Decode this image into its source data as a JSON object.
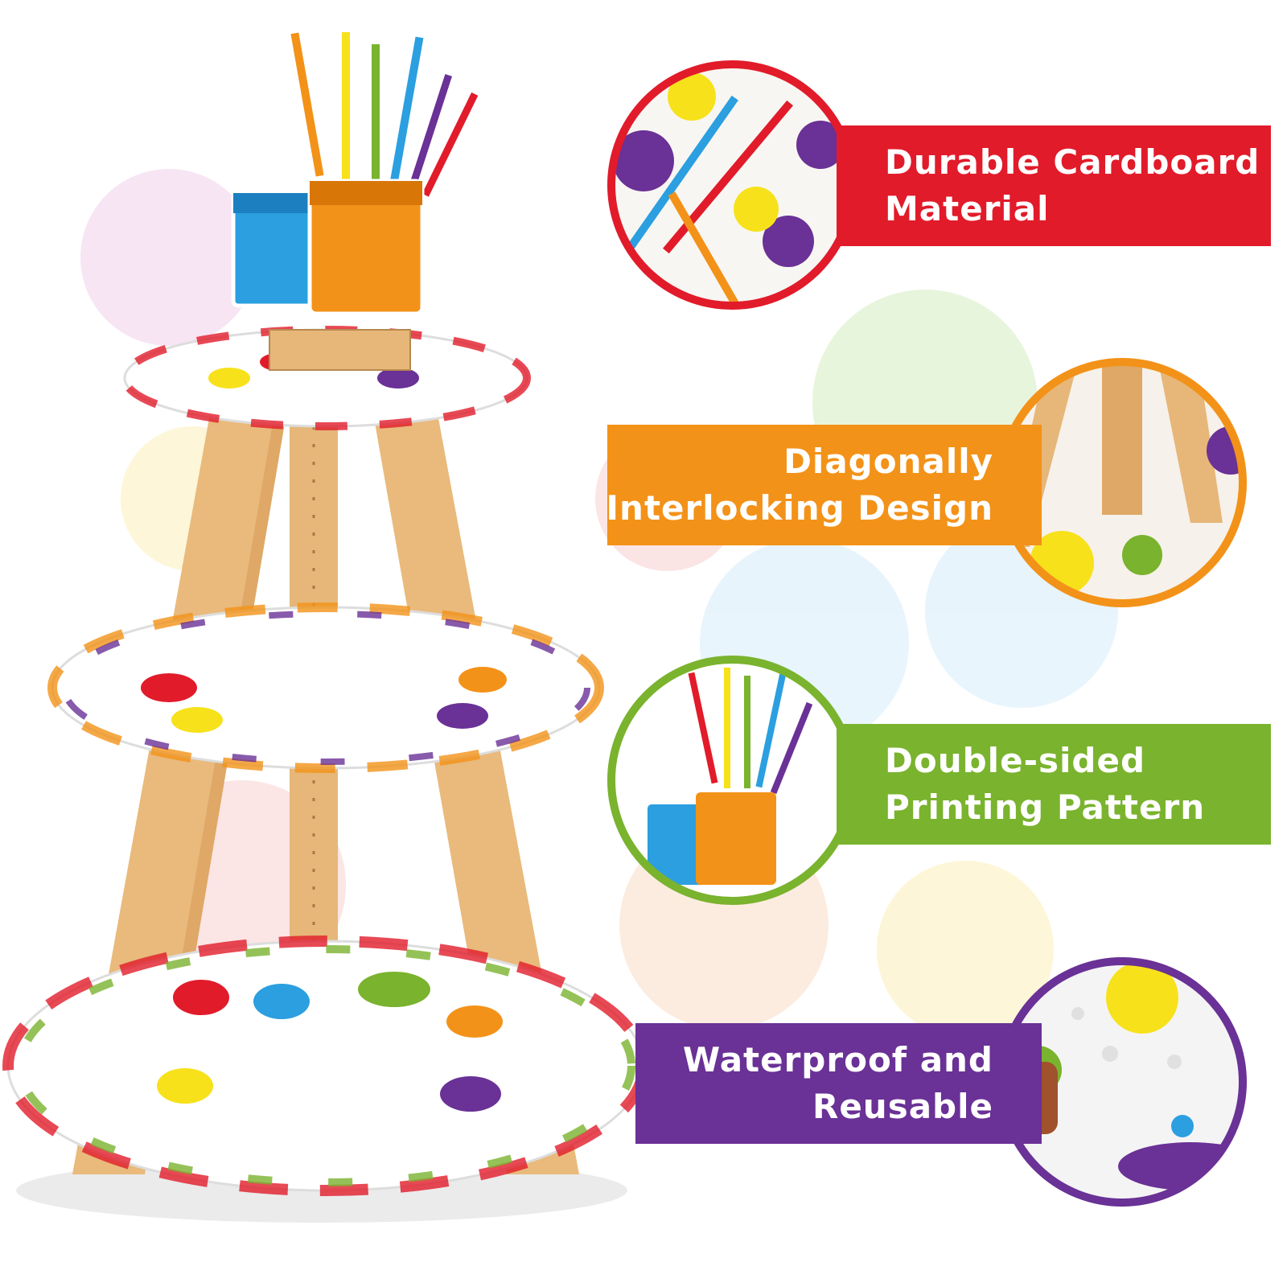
{
  "colors": {
    "red": "#e11b2a",
    "orange": "#f39218",
    "green": "#7ab32e",
    "purple": "#6a3196",
    "wood": "#e6b779",
    "blue": "#2b9fe0",
    "yellow": "#f7e11b"
  },
  "features": [
    {
      "line1": "Durable Cardboard",
      "line2": "Material",
      "icon": "cardboard-closeup"
    },
    {
      "line1": "Diagonally",
      "line2": "Interlocking Design",
      "icon": "interlock-closeup"
    },
    {
      "line1": "Double-sided",
      "line2": "Printing Pattern",
      "icon": "paint-cups-topper"
    },
    {
      "line1": "Waterproof and",
      "line2": "Reusable",
      "icon": "water-droplets-closeup"
    }
  ]
}
